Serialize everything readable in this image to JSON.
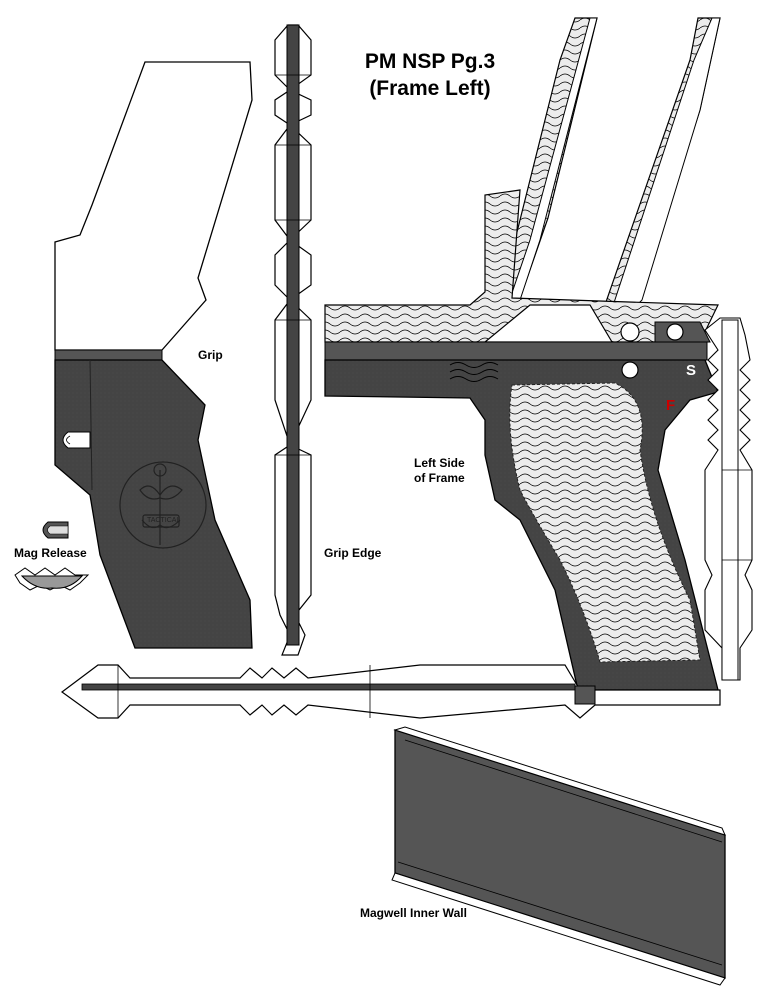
{
  "title": {
    "line1": "PM NSP Pg.3",
    "line2": "(Frame Left)"
  },
  "labels": {
    "grip": "Grip",
    "grip_edge": "Grip Edge",
    "mag_release": "Mag Release",
    "left_side_line1": "Left Side",
    "left_side_line2": "of Frame",
    "magwell": "Magwell Inner Wall"
  },
  "marks": {
    "safe": "S",
    "fire": "F",
    "emblem_text": "TACTICAL"
  },
  "colors": {
    "frame_dark": "#444444",
    "outline": "#000000",
    "paper": "#ffffff",
    "fire_mark": "#cc0000",
    "grip_texture": "#e6e6e6"
  }
}
